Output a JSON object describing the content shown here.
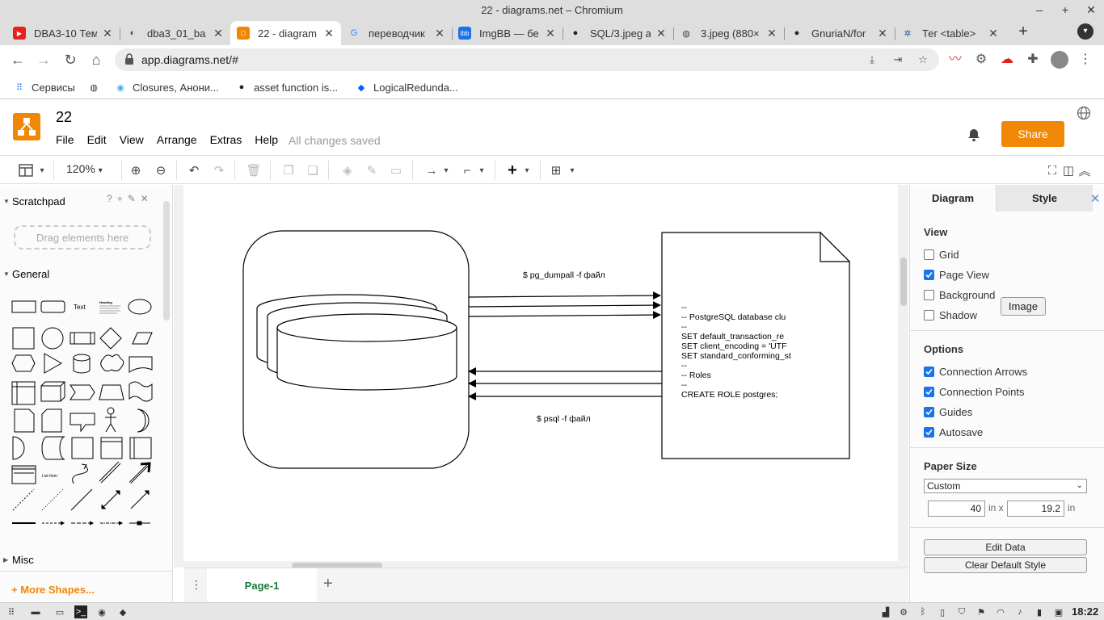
{
  "window": {
    "title": "22 - diagrams.net – Chromium",
    "controls": [
      "–",
      "+",
      "✕"
    ]
  },
  "tabs": [
    {
      "title": "DBA3-10 Тем",
      "icon": "youtube-icon",
      "color": "#e62117"
    },
    {
      "title": "dba3_01_ba",
      "icon": "gitlab-icon",
      "color": "#444444"
    },
    {
      "title": "22 - diagram",
      "icon": "drawio-icon",
      "color": "#f08705",
      "active": true
    },
    {
      "title": "переводчик",
      "icon": "google-icon",
      "color": "#4285f4"
    },
    {
      "title": "ImgBB — бе",
      "icon": "imgbb-icon",
      "color": "#1a73e8"
    },
    {
      "title": "SQL/3.jpeg а",
      "icon": "github-icon",
      "color": "#222222"
    },
    {
      "title": "3.jpeg (880×",
      "icon": "globe-icon",
      "color": "#444444"
    },
    {
      "title": "GnuriaN/for",
      "icon": "github-icon",
      "color": "#222222"
    },
    {
      "title": "Тег <table>",
      "icon": "gear-icon",
      "color": "#2a5b9c"
    }
  ],
  "address": {
    "url": "app.diagrams.net/#"
  },
  "bookmarks": [
    {
      "label": "Сервисы",
      "icon": "apps-icon"
    },
    {
      "label": "",
      "icon": "globe-icon"
    },
    {
      "label": "Closures, Анони...",
      "icon": "owl-icon"
    },
    {
      "label": "asset function is...",
      "icon": "github-icon"
    },
    {
      "label": "LogicalRedunda...",
      "icon": "dropbox-icon"
    }
  ],
  "app": {
    "doc_title": "22",
    "menus": [
      "File",
      "Edit",
      "View",
      "Arrange",
      "Extras",
      "Help"
    ],
    "saved_status": "All changes saved",
    "share_label": "Share",
    "zoom": "120%"
  },
  "left_panel": {
    "scratchpad": "Scratchpad",
    "drag_hint": "Drag elements here",
    "general": "General",
    "misc": "Misc",
    "more_shapes": "More Shapes...",
    "shape_text": "Text",
    "shape_heading": "Heading",
    "shape_list_item": "List Item"
  },
  "diagram": {
    "arrow_top_label": "$ pg_dumpall -f файл",
    "arrow_bottom_label": "$ psql -f файл",
    "doc_lines": [
      "--",
      "-- PostgreSQL database clu",
      "--",
      "SET default_transaction_re",
      "SET client_encoding = 'UTF",
      "SET standard_conforming_st",
      "--",
      "-- Roles",
      "--",
      "CREATE ROLE postgres;"
    ]
  },
  "pages": {
    "current": "Page-1"
  },
  "right_panel": {
    "tab_diagram": "Diagram",
    "tab_style": "Style",
    "view_label": "View",
    "view_options": [
      {
        "label": "Grid",
        "checked": false
      },
      {
        "label": "Page View",
        "checked": true
      },
      {
        "label": "Background",
        "checked": false
      },
      {
        "label": "Shadow",
        "checked": false
      }
    ],
    "image_button": "Image",
    "options_label": "Options",
    "options": [
      {
        "label": "Connection Arrows",
        "checked": true
      },
      {
        "label": "Connection Points",
        "checked": true
      },
      {
        "label": "Guides",
        "checked": true
      },
      {
        "label": "Autosave",
        "checked": true
      }
    ],
    "paper_size_label": "Paper Size",
    "paper_size_value": "Custom",
    "width_value": "40",
    "height_value": "19.2",
    "unit_x": "in x",
    "unit": "in",
    "edit_data": "Edit Data",
    "clear_style": "Clear Default Style"
  },
  "taskbar": {
    "clock": "18:22"
  }
}
